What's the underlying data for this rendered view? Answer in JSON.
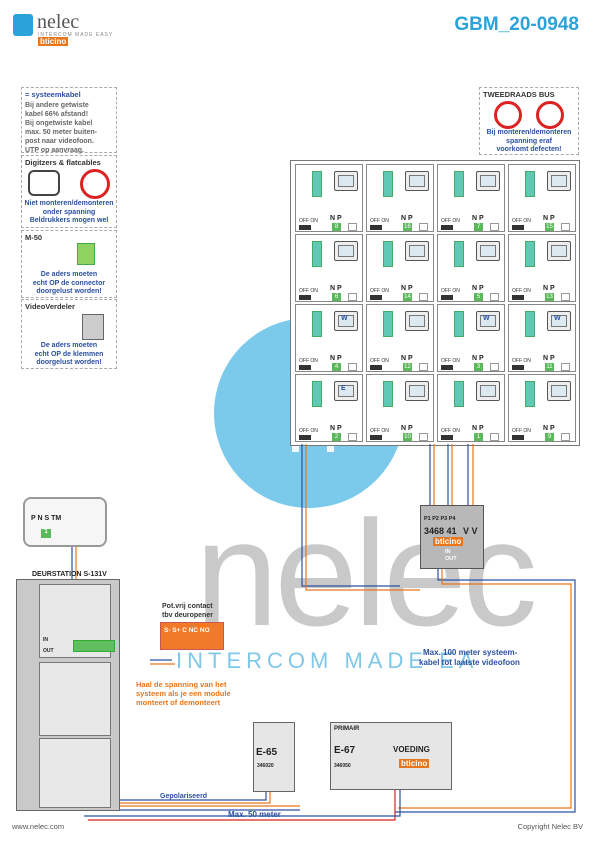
{
  "header": {
    "doc_code": "GBM_20-0948",
    "logo_name": "nelec",
    "logo_sub": "INTERCOM MADE EASY",
    "logo_brand": "bticino"
  },
  "notes": {
    "systeemkabel": {
      "title": "= systeemkabel",
      "lines": [
        "Bij andere getwiste",
        "kabel 66% afstand!",
        "Bij ongetwiste kabel",
        "max. 50 meter buiten-",
        "post naar videofoon.",
        "UTP op aanvraag."
      ]
    },
    "digitzers": {
      "title": "Digitzers & flatcables",
      "warning_lines": [
        "Niet monteren/demonteren",
        "onder spanning",
        "Beldrukkers mogen wel"
      ]
    },
    "m50": {
      "title": "M-50",
      "warning_lines": [
        "De aders moeten",
        "echt OP de connector",
        "doorgelust worden!"
      ]
    },
    "videoverdeler": {
      "title": "VideoVerdeler",
      "warning_lines": [
        "De aders moeten",
        "echt OP de klemmen",
        "doorgelust worden!"
      ]
    },
    "tweedraads": {
      "title": "TWEEDRAADS BUS",
      "warning_lines": [
        "Bij monteren/demonteren",
        "spanning eraf",
        "voorkomt defecten!"
      ]
    }
  },
  "grid": {
    "np_label": "N   P",
    "offon_label": "OFF ON",
    "cells": [
      {
        "num": "8",
        "screen": "plain"
      },
      {
        "num": "16",
        "screen": "plain"
      },
      {
        "num": "7",
        "screen": "plain"
      },
      {
        "num": "15",
        "screen": "plain"
      },
      {
        "num": "6",
        "screen": "plain"
      },
      {
        "num": "14",
        "screen": "plain"
      },
      {
        "num": "5",
        "screen": "plain"
      },
      {
        "num": "13",
        "screen": "plain"
      },
      {
        "num": "4",
        "screen": "W"
      },
      {
        "num": "12",
        "screen": "plain"
      },
      {
        "num": "3",
        "screen": "W"
      },
      {
        "num": "11",
        "screen": "W"
      },
      {
        "num": "2",
        "screen": "E"
      },
      {
        "num": "10",
        "screen": "plain"
      },
      {
        "num": "1",
        "screen": "plain"
      },
      {
        "num": "9",
        "screen": "plain"
      }
    ]
  },
  "distributor": {
    "ports": "P1 P2 P3 P4",
    "model": "3468 41",
    "vv": "V V",
    "brand": "bticino",
    "in": "IN",
    "out": "OUT"
  },
  "panel": {
    "title": "DEURSTATION S-131V",
    "keypad": "P N S TM",
    "module_label": "1",
    "in": "IN",
    "out": "OUT"
  },
  "relay": {
    "title_lines": [
      "Pot.vrij contact",
      "tbv deuropener"
    ],
    "terminals": "S-  S+ C  NC NO"
  },
  "orange_note": [
    "Haal de spanning van het",
    "systeem als je een module",
    "monteert of demonteert"
  ],
  "max100": [
    "Max. 100 meter systeem-",
    "kabel tot laatste videofoon"
  ],
  "e65": {
    "name": "E-65",
    "code": "346020"
  },
  "e67": {
    "name": "E-67",
    "title": "VOEDING",
    "primair": "PRIMAIR",
    "code": "346050",
    "brand": "bticino"
  },
  "gepolariseerd": "Gepolariseerd",
  "max50": "Max. 50 meter",
  "watermark": {
    "big": "nelec",
    "sub": "INTERCOM MADE EA"
  },
  "footer": {
    "left": "www.nelec.com",
    "right": "Copyright Nelec BV"
  }
}
